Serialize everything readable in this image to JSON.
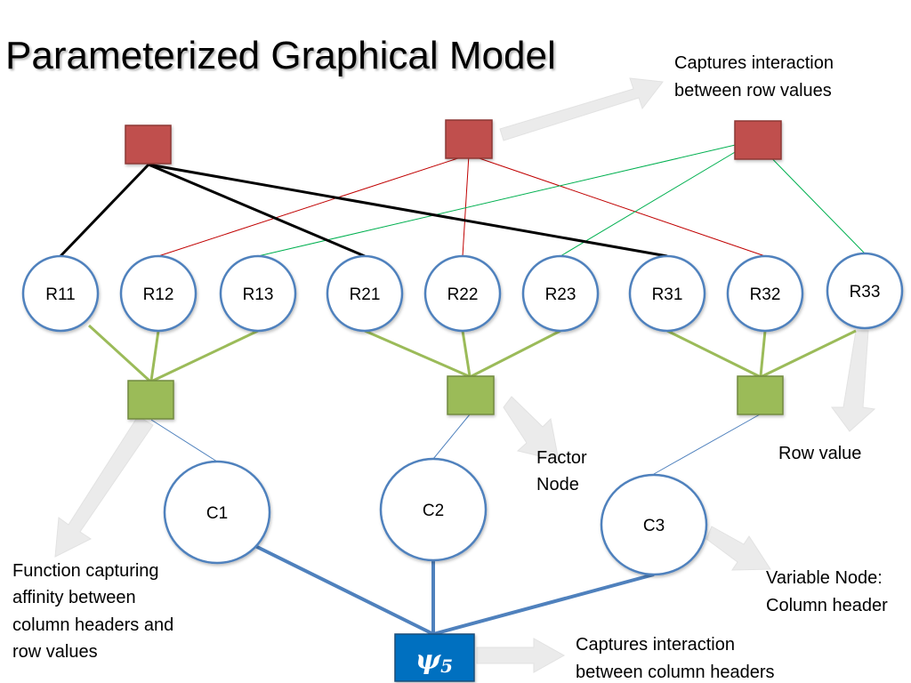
{
  "title": "Parameterized Graphical Model",
  "row_nodes": [
    "R11",
    "R12",
    "R13",
    "R21",
    "R22",
    "R23",
    "R31",
    "R32",
    "R33"
  ],
  "column_nodes": [
    "C1",
    "C2",
    "C3"
  ],
  "psi_factor": {
    "symbol": "ψ",
    "subscript": "5"
  },
  "annotations": {
    "row_interaction": [
      "Captures interaction",
      "between row values"
    ],
    "factor_node": [
      "Factor",
      "Node"
    ],
    "row_value": [
      "Row value"
    ],
    "affinity_function": [
      "Function capturing",
      "affinity between",
      "column headers and",
      "row values"
    ],
    "variable_node": [
      "Variable Node:",
      "Column header"
    ],
    "column_interaction": [
      "Captures interaction",
      "between column headers"
    ]
  },
  "colors": {
    "row_factor_fill": "#c0504d",
    "row_factor_stroke": "#8c3836",
    "affinity_factor_fill": "#9bbb59",
    "affinity_factor_stroke": "#71893f",
    "psi_factor_fill": "#0070c0",
    "node_stroke": "#4f81bd",
    "edge_red": "#c00000",
    "edge_green": "#00b050",
    "edge_black": "#000000",
    "edge_yellow_green": "#9bbb59",
    "edge_blue": "#4f81bd",
    "arrow_fill": "#ebebeb"
  }
}
